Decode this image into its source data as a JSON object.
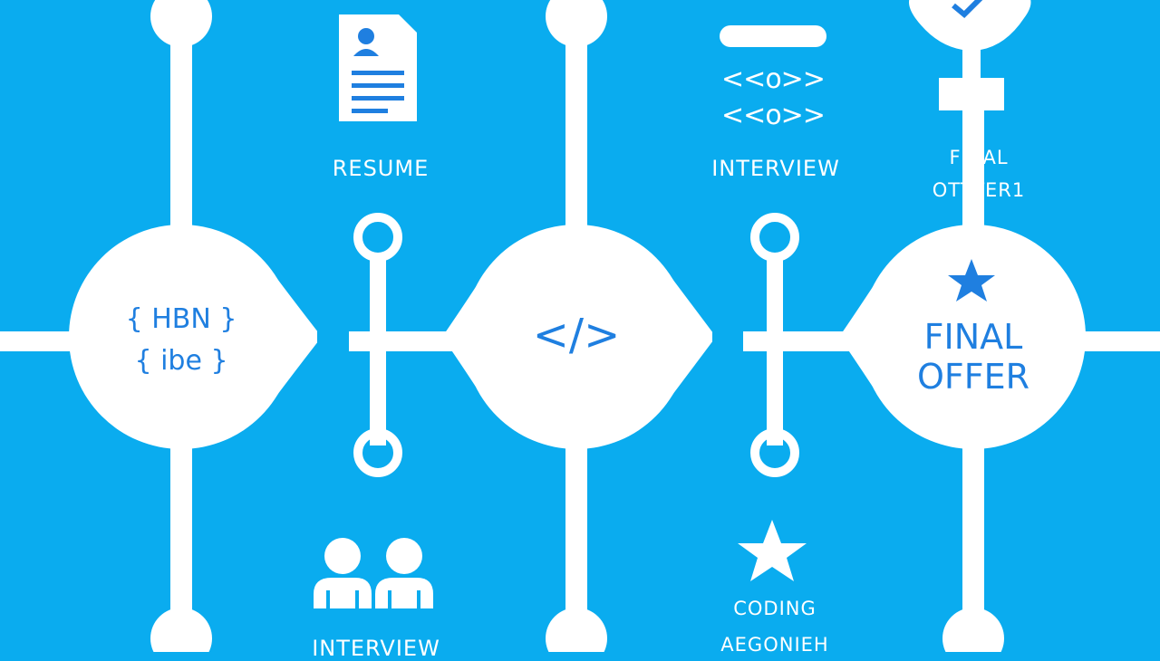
{
  "stages": {
    "resume": {
      "label": "RESUME",
      "icon": "resume-icon"
    },
    "interview_top": {
      "label": "INTERVIEW",
      "icon": "code-brackets-icon"
    },
    "final_offer_top": {
      "label_line1": "FINAL",
      "label_line2": "OTTTER1",
      "icon": "trophy-icon"
    },
    "interview_bottom": {
      "label": "INTERVIEW",
      "icon": "people-icon"
    },
    "coding": {
      "label_line1": "CODING",
      "label_line2": "AEGONIEH",
      "icon": "star-icon"
    }
  },
  "nodes": {
    "left": {
      "line1": "{ HBN }",
      "line2": "{ ibe }"
    },
    "center": {
      "glyph": "</>"
    },
    "right": {
      "line1": "FINAL",
      "line2": "OFFER",
      "icon": "star-icon"
    }
  },
  "code_icon": {
    "line1": "<<o>>",
    "line2": "<<o>>"
  },
  "colors": {
    "background": "#0aacef",
    "line": "#ffffff",
    "accent": "#1f7fe0"
  }
}
